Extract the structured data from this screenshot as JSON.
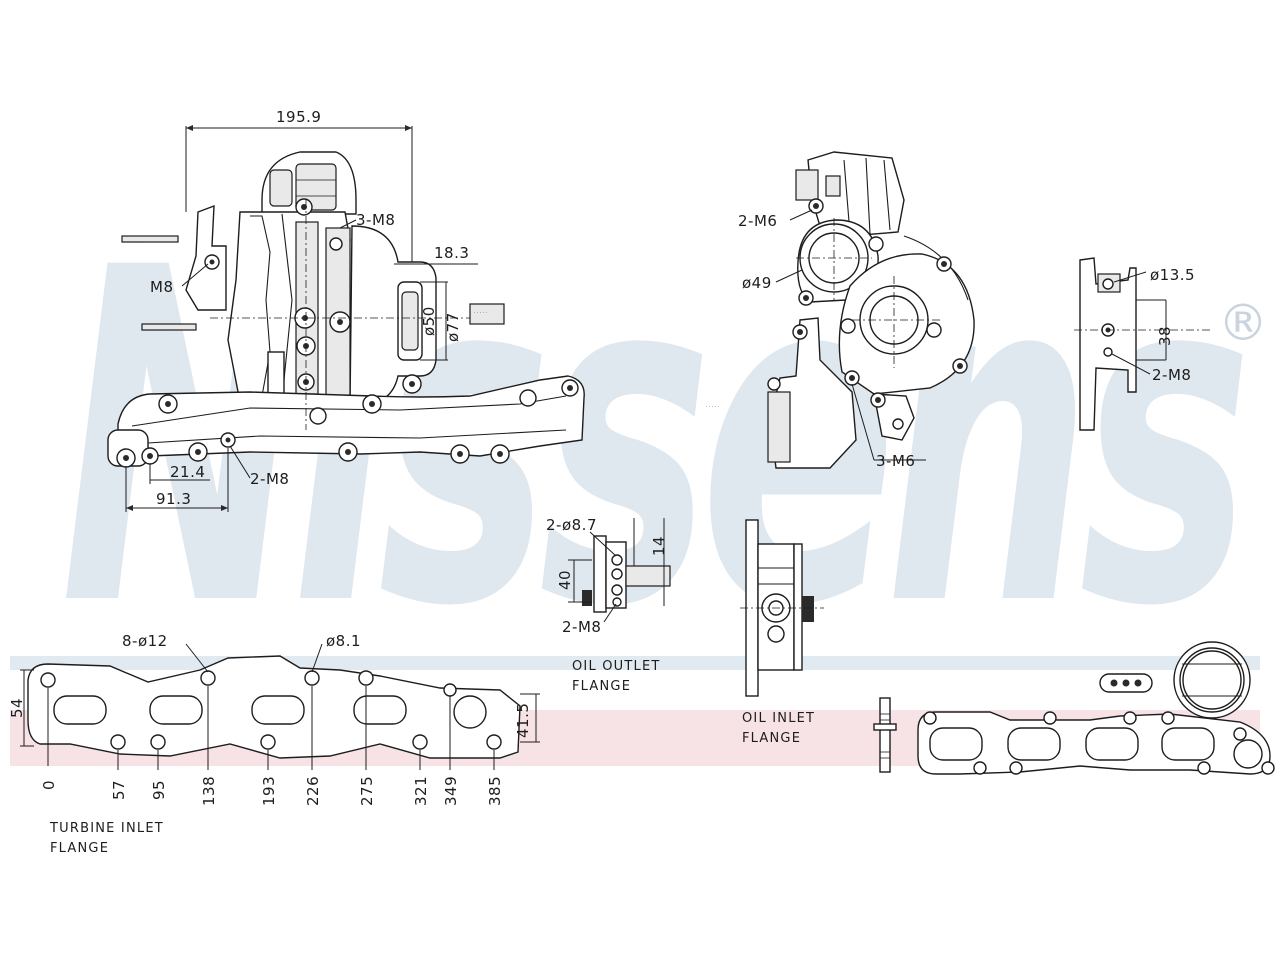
{
  "brand": {
    "watermark_text": "Nissens",
    "registered_mark": "®",
    "watermark_color": "#dfe7ef",
    "stripe_blue": "#e2eaf1",
    "stripe_pink": "#f7e3e6"
  },
  "main_view": {
    "dim_overall_width": "195.9",
    "dim_outlet_offset": "18.3",
    "label_bolts_3_m8": "3-M8",
    "label_bolt_m8": "M8",
    "label_phi50": "ø50",
    "label_phi77": "ø77",
    "dim_21_4": "21.4",
    "dim_91_3": "91.3",
    "label_bolts_2_m8": "2-M8"
  },
  "side_view": {
    "label_bolts_2_m6": "2-M6",
    "label_phi49": "ø49",
    "label_bolts_3_m6": "3-M6"
  },
  "right_flange": {
    "label_phi13_5": "ø13.5",
    "dim_38": "38",
    "label_bolts_2_m8": "2-M8"
  },
  "oil_outlet_flange": {
    "label_holes": "2-ø8.7",
    "dim_14": "14",
    "dim_40": "40",
    "label_bolts": "2-M8",
    "caption_line1": "OIL OUTLET",
    "caption_line2": "FLANGE"
  },
  "oil_inlet_flange": {
    "caption_line1": "OIL INLET",
    "caption_line2": "FLANGE"
  },
  "turbine_inlet_flange": {
    "label_holes": "8-ø12",
    "label_hole_small": "ø8.1",
    "dim_height": "54",
    "dim_right": "41.5",
    "x_positions": [
      "0",
      "57",
      "95",
      "138",
      "193",
      "226",
      "275",
      "321",
      "349",
      "385"
    ],
    "caption_line1": "TURBINE INLET",
    "caption_line2": "FLANGE"
  }
}
